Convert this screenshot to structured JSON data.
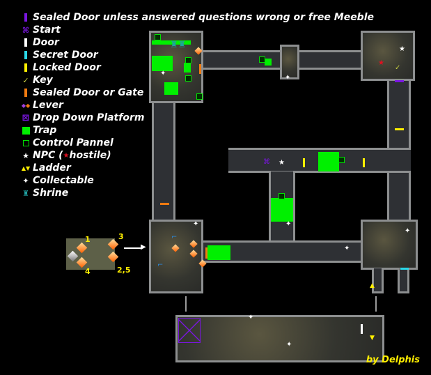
{
  "legend": [
    {
      "icon": "sealed-door-purple",
      "label": "Sealed Door unless answered questions wrong or free Meeble",
      "color": "#7a16e0"
    },
    {
      "icon": "start-icon",
      "label": "Start",
      "color": "#7a16e0"
    },
    {
      "icon": "door-white",
      "label": "Door",
      "color": "#ffffff"
    },
    {
      "icon": "secret-door-cyan",
      "label": "Secret Door",
      "color": "#2ad8e8"
    },
    {
      "icon": "locked-door-yellow",
      "label": "Locked Door",
      "color": "#ffef00"
    },
    {
      "icon": "key-icon",
      "label": "Key",
      "color": "#c8d040"
    },
    {
      "icon": "sealed-gate-orange",
      "label": "Sealed Door or Gate",
      "color": "#f07a10"
    },
    {
      "icon": "lever-icon",
      "label": "Lever"
    },
    {
      "icon": "drop-platform-icon",
      "label": "Drop Down Platform",
      "color": "#7a16e0"
    },
    {
      "icon": "trap-icon",
      "label": "Trap",
      "color": "#00f000"
    },
    {
      "icon": "control-panel-icon",
      "label": "Control Pannel",
      "color": "#00e000"
    },
    {
      "icon": "npc-icon",
      "label_prefix": "NPC (",
      "label_suffix": "hostile)",
      "hostile_color": "#e01020"
    },
    {
      "icon": "ladder-icon",
      "label": "Ladder",
      "color": "#ffef00"
    },
    {
      "icon": "collectable-icon",
      "label": "Collectable"
    },
    {
      "icon": "shrine-icon",
      "label": "Shrine",
      "color": "#20a0a0"
    }
  ],
  "lever_inset": {
    "numbers": [
      "1",
      "3",
      "4",
      "2,5"
    ]
  },
  "credit": "by Delphis"
}
